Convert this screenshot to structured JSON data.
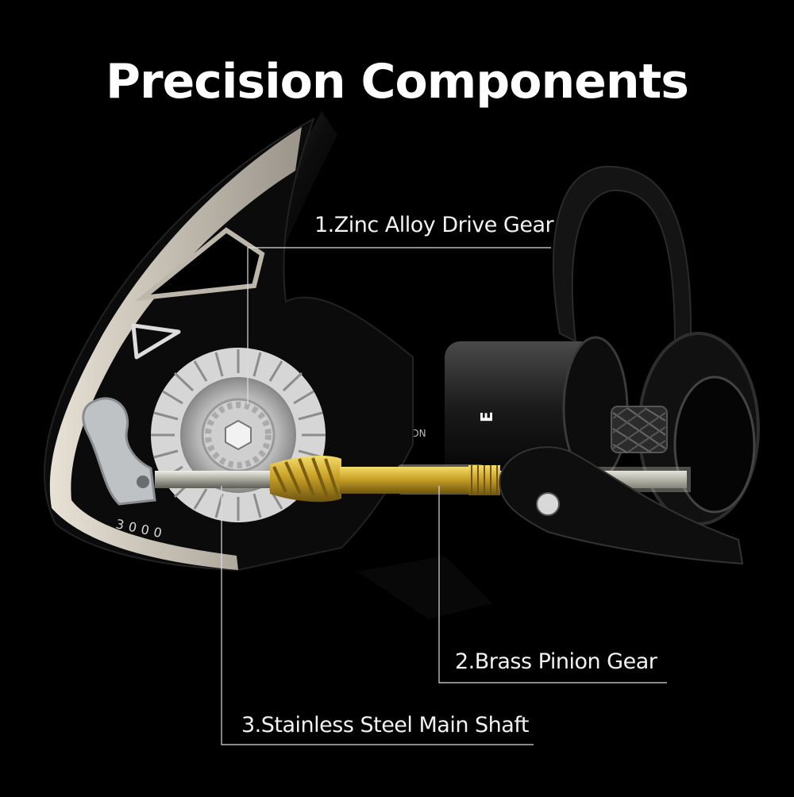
{
  "title": "Precision Components",
  "callouts": [
    {
      "label": "1.Zinc Alloy Drive Gear"
    },
    {
      "label": "2.Brass Pinion Gear"
    },
    {
      "label": "3.Stainless Steel Main Shaft"
    }
  ],
  "reel": {
    "model_number": "3000",
    "rotor_mark": "RDN"
  },
  "colors": {
    "background": "#000000",
    "text": "#ffffff",
    "brass": "#c9a227",
    "silver": "#c8c8c8",
    "body": "#111111"
  }
}
